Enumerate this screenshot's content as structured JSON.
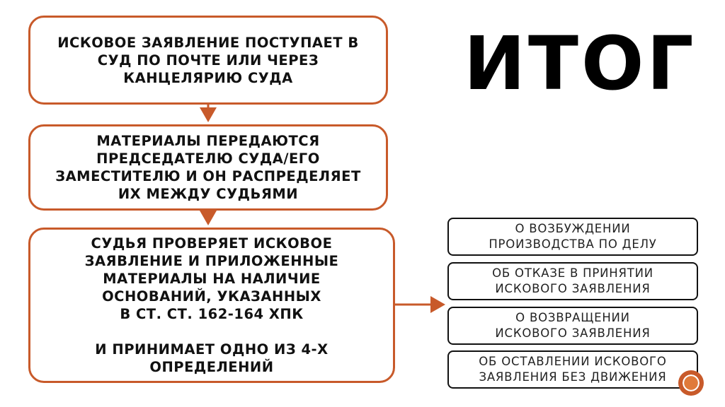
{
  "title": "ИТОГ",
  "steps": [
    "ИСКОВОЕ ЗАЯВЛЕНИЕ ПОСТУПАЕТ В\nСУД ПО ПОЧТЕ ИЛИ ЧЕРЕЗ\nКАНЦЕЛЯРИЮ СУДА",
    "МАТЕРИАЛЫ ПЕРЕДАЮТСЯ\nПРЕДСЕДАТЕЛЮ СУДА/ЕГО\nЗАМЕСТИТЕЛЮ И ОН РАСПРЕДЕЛЯЕТ\nИХ МЕЖДУ СУДЬЯМИ",
    "СУДЬЯ ПРОВЕРЯЕТ ИСКОВОЕ\nЗАЯВЛЕНИЕ И ПРИЛОЖЕННЫЕ\nМАТЕРИАЛЫ НА НАЛИЧИЕ\nОСНОВАНИЙ, УКАЗАННЫХ\nВ СТ. СТ. 162-164 ХПК\n\nИ ПРИНИМАЕТ ОДНО ИЗ 4-Х\nОПРЕДЕЛЕНИЙ"
  ],
  "options": [
    "О ВОЗБУЖДЕНИИ\nПРОИЗВОДСТВА ПО ДЕЛУ",
    "ОБ ОТКАЗЕ В ПРИНЯТИИ\nИСКОВОГО ЗАЯВЛЕНИЯ",
    "О ВОЗВРАЩЕНИИ\nИСКОВОГО ЗАЯВЛЕНИЯ",
    "ОБ ОСТАВЛЕНИИ ИСКОВОГО\nЗАЯВЛЕНИЯ БЕЗ ДВИЖЕНИЯ"
  ],
  "colors": {
    "accent": "#c85a2a",
    "text": "#111111",
    "background": "#ffffff"
  }
}
